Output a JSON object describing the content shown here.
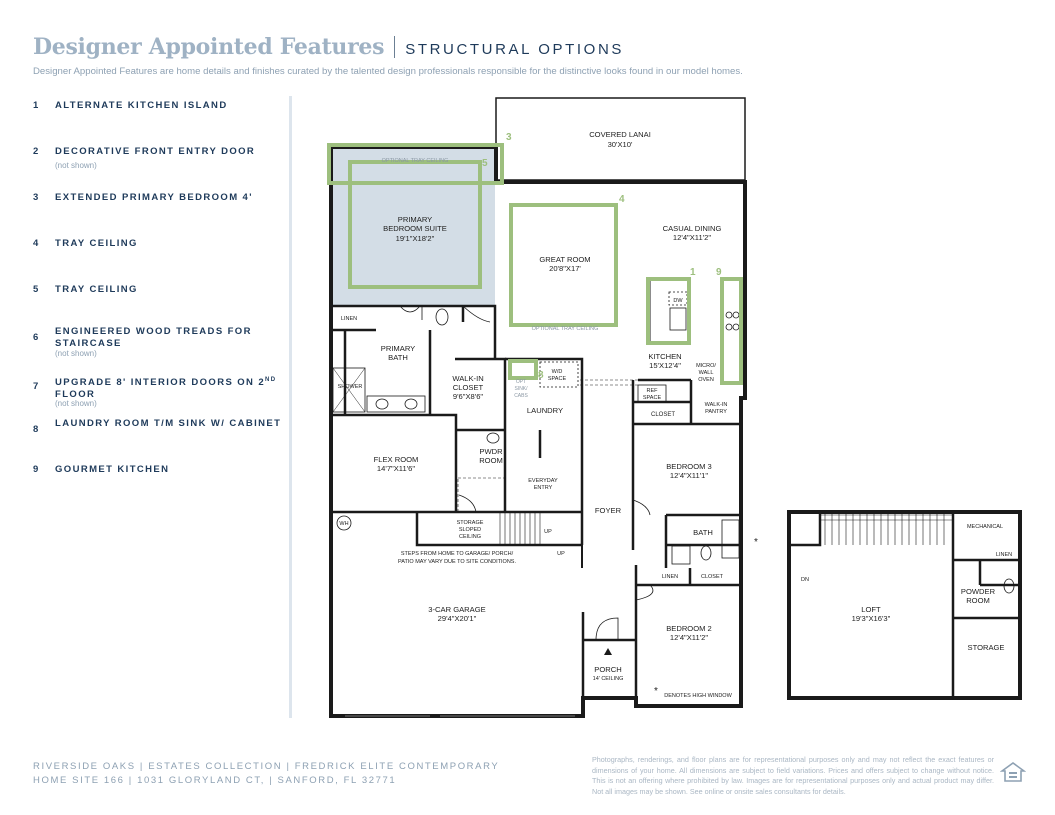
{
  "header": {
    "title": "Designer Appointed Features",
    "section": "STRUCTURAL OPTIONS",
    "subtitle": "Designer Appointed Features are home details and finishes curated by the talented design professionals responsible for the distinctive looks found in our model homes."
  },
  "features": [
    {
      "num": "1",
      "label": "ALTERNATE KITCHEN ISLAND",
      "note": ""
    },
    {
      "num": "2",
      "label": "DECORATIVE FRONT ENTRY DOOR",
      "note": "(not shown)"
    },
    {
      "num": "3",
      "label": "EXTENDED PRIMARY BEDROOM 4'",
      "note": ""
    },
    {
      "num": "4",
      "label": "TRAY CEILING",
      "note": ""
    },
    {
      "num": "5",
      "label": "TRAY CEILING",
      "note": ""
    },
    {
      "num": "6",
      "label": "ENGINEERED WOOD TREADS FOR STAIRCASE",
      "note": "(not shown)"
    },
    {
      "num": "7",
      "label_a": "UPGRADE 8' INTERIOR DOORS ON 2",
      "label_sup": "ND",
      "label_b": "FLOOR",
      "note": "(not shown)"
    },
    {
      "num": "8",
      "label": "LAUNDRY ROOM T/M SINK W/ CABINET",
      "note": ""
    },
    {
      "num": "9",
      "label": "GOURMET KITCHEN",
      "note": ""
    }
  ],
  "floorplan": {
    "rooms": {
      "lanai": [
        "COVERED LANAI",
        "30'X10'"
      ],
      "primary": [
        "PRIMARY",
        "BEDROOM SUITE",
        "19'1\"X18'2\""
      ],
      "tray_primary": "OPTIONAL TRAY CEILING",
      "great": [
        "GREAT ROOM",
        "20'8\"X17'"
      ],
      "tray_great": "OPTIONAL TRAY CEILING",
      "dining": [
        "CASUAL DINING",
        "12'4\"X11'2\""
      ],
      "kitchen": [
        "KITCHEN",
        "15'X12'4\""
      ],
      "dw": "DW",
      "micro": [
        "MICRO/",
        "WALL",
        "OVEN"
      ],
      "walkin_pantry": [
        "WALK-IN",
        "PANTRY"
      ],
      "ref": [
        "REF",
        "SPACE"
      ],
      "closet_k": "CLOSET",
      "linen_p": "LINEN",
      "primary_bath": [
        "PRIMARY",
        "BATH"
      ],
      "shower": "SHOWER",
      "walkin_closet": [
        "WALK-IN",
        "CLOSET",
        "9'6\"X8'6\""
      ],
      "opt_sink": [
        "OPT",
        "SINK/",
        "CABS"
      ],
      "wd": [
        "W/D",
        "SPACE"
      ],
      "laundry": "LAUNDRY",
      "pwdr": [
        "PWDR",
        "ROOM"
      ],
      "everyday": [
        "EVERYDAY",
        "ENTRY"
      ],
      "flex": [
        "FLEX ROOM",
        "14'7\"X11'6\""
      ],
      "foyer": "FOYER",
      "bed3": [
        "BEDROOM 3",
        "12'4\"X11'1\""
      ],
      "bath": "BATH",
      "linen_b": "LINEN",
      "closet_b": "CLOSET",
      "bed2": [
        "BEDROOM 2",
        "12'4\"X11'2\""
      ],
      "wh": "WH",
      "storage_sloped": [
        "STORAGE",
        "SLOPED",
        "CEILING"
      ],
      "up1": "UP",
      "up2": "UP",
      "steps": [
        "STEPS FROM HOME TO GARAGE/ PORCH/",
        "PATIO MAY VARY DUE TO SITE CONDITIONS."
      ],
      "garage": [
        "3-CAR GARAGE",
        "29'4\"X20'1\""
      ],
      "porch": [
        "PORCH",
        "14' CEILING"
      ],
      "high_window": "DENOTES HIGH WINDOW",
      "star": "*",
      "loft": [
        "LOFT",
        "19'3\"X16'3\""
      ],
      "mechanical": "MECHANICAL",
      "linen_2": "LINEN",
      "powder_2": [
        "POWDER",
        "ROOM"
      ],
      "storage_2": "STORAGE",
      "dn": "DN"
    },
    "callouts": [
      "1",
      "3",
      "4",
      "5",
      "8",
      "9"
    ],
    "highlight_color": "#9dbf7e",
    "primary_fill": "#d3dde6"
  },
  "footer": {
    "line1": "RIVERSIDE OAKS  |  ESTATES COLLECTION | FREDRICK ELITE CONTEMPORARY",
    "line2": "HOME SITE 166  |  1031 GLORYLAND CT, | SANFORD, FL 32771",
    "disclaimer": "Photographs, renderings, and floor plans are for representational purposes only and may not reflect the exact features or dimensions of your home. All dimensions are subject to field variations. Prices and offers subject to change without notice. This is not an offering where prohibited by law. Images are for representational purposes only and actual product may differ. Not all images may be shown. See online or onsite sales consultants for details.",
    "logo_icon": "equal-housing-opportunity-icon"
  }
}
